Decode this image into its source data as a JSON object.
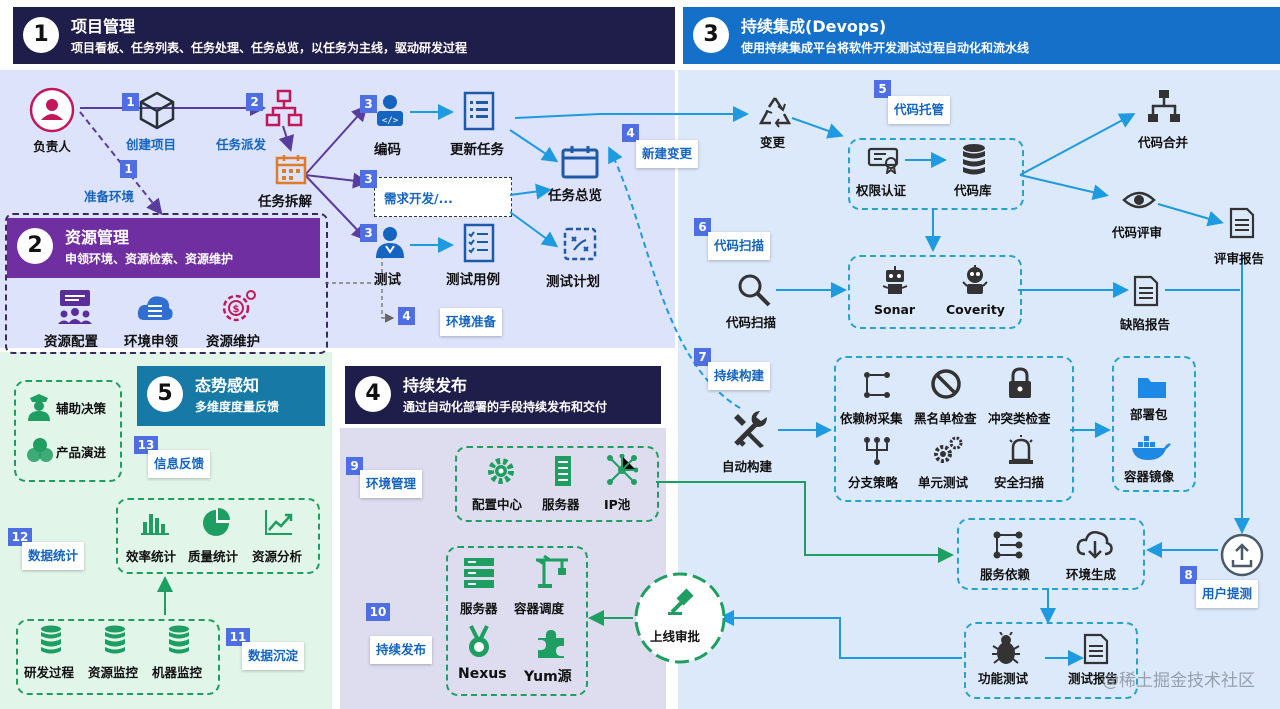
{
  "sec1": {
    "num": "1",
    "title": "项目管理",
    "subtitle": "项目看板、任务列表、任务处理、任务总览，以任务为主线，驱动研发过程"
  },
  "sec2": {
    "num": "2",
    "title": "资源管理",
    "subtitle": "申领环境、资源检索、资源维护"
  },
  "sec3": {
    "num": "3",
    "title": "持续集成(Devops)",
    "subtitle": "使用持续集成平台将软件开发测试过程自动化和流水线"
  },
  "sec4": {
    "num": "4",
    "title": "持续发布",
    "subtitle": "通过自动化部署的手段持续发布和交付"
  },
  "sec5": {
    "num": "5",
    "title": "态势感知",
    "subtitle": "多维度度量反馈"
  },
  "pm": {
    "owner": "负责人",
    "create": "创建项目",
    "dispatch": "任务派发",
    "env": "准备环境",
    "split": "任务拆解",
    "code": "编码",
    "update": "更新任务",
    "demand": "需求开发/...",
    "overview": "任务总览",
    "test": "测试",
    "testcase": "测试用例",
    "testplan": "测试计划",
    "envprep": "环境准备",
    "newchange": "新建变更"
  },
  "rm": {
    "config": "资源配置",
    "apply": "环境申领",
    "maint": "资源维护"
  },
  "ci": {
    "change": "变更",
    "hosting": "代码托管",
    "auth": "权限认证",
    "repo": "代码库",
    "merge": "代码合并",
    "review": "代码评审",
    "reviewreport": "评审报告",
    "scanlabel": "代码扫描",
    "scan": "代码扫描",
    "sonar": "Sonar",
    "coverity": "Coverity",
    "defect": "缺陷报告",
    "buildlabel": "持续构建",
    "build": "自动构建",
    "deptree": "依赖树采集",
    "blacklist": "黑名单检查",
    "conflict": "冲突类检查",
    "branch": "分支策略",
    "unittest": "单元测试",
    "secscan": "安全扫描",
    "package": "部署包",
    "image": "容器镜像",
    "svcdep": "服务依赖",
    "envgen": "环境生成",
    "userlabel": "用户提测",
    "functest": "功能测试",
    "testreport": "测试报告"
  },
  "cd": {
    "envmgmt": "环境管理",
    "confcenter": "配置中心",
    "server": "服务器",
    "ippool": "IP池",
    "release": "持续发布",
    "server2": "服务器",
    "container": "容器调度",
    "nexus": "Nexus",
    "yum": "Yum源",
    "approve": "上线审批"
  },
  "sa": {
    "decision": "辅助决策",
    "evolution": "产品演进",
    "feedback": "信息反馈",
    "stats": "数据统计",
    "eff": "效率统计",
    "quality": "质量统计",
    "resana": "资源分析",
    "sediment": "数据沉淀",
    "devproc": "研发过程",
    "resmon": "资源监控",
    "machmon": "机器监控"
  },
  "tags": [
    "1",
    "2",
    "1",
    "3",
    "3",
    "3",
    "4",
    "4",
    "5",
    "6",
    "7",
    "8",
    "9",
    "10",
    "11",
    "12",
    "13"
  ],
  "watermark": "@稀土掘金技术社区",
  "colors": {
    "navy": "#1f1d4a",
    "blue": "#1470c8",
    "purple": "#6f2fa1",
    "teal": "#1679a6",
    "tag": "#4d6fe3",
    "line": "#1e9be0",
    "green": "#1e9e60"
  }
}
